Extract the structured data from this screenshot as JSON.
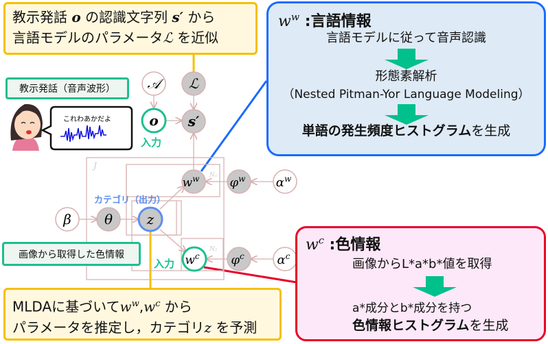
{
  "top_box": {
    "line1_a": "教示発話",
    "line1_sym": "o",
    "line1_b": "の認識文字列",
    "line1_sym2": "s′",
    "line1_c": "から",
    "line2_a": "言語モデルのパラメータ",
    "line2_sym": "ℒ",
    "line2_b": "を近似"
  },
  "lang_box": {
    "sym": "w",
    "sup": "w",
    "title": ":言語情報",
    "step1": "言語モデルに従って音声認識",
    "step2": "形態素解析",
    "step3": "（Nested Pitman-Yor Language Modeling）",
    "result_bold": "単語の発生頻度ヒストグラム",
    "result_rest": "を生成"
  },
  "speech_label": "教示発話（音声波形）",
  "speech_bubble": "これわあかだよ",
  "color_label": "画像から取得した色情報",
  "category_label": "カテゴリ（出力）",
  "input_label": "入力",
  "nodes": {
    "A": "𝒜",
    "L": "ℒ",
    "o": "o",
    "s": "s′",
    "ww": "w",
    "ww_sup": "w",
    "phiw": "φ",
    "phiw_sup": "w",
    "alphaw": "α",
    "alphaw_sup": "w",
    "beta": "β",
    "theta": "θ",
    "z": "z",
    "wc": "w",
    "wc_sup": "c",
    "phic": "φ",
    "phic_sup": "c",
    "alphac": "α",
    "alphac_sup": "c"
  },
  "plates": {
    "J": "J",
    "N1": "N₁",
    "N2": "N₂"
  },
  "color_box": {
    "sym": "w",
    "sup": "c",
    "title": ":色情報",
    "step1": "画像からL*a*b*値を取得",
    "step2": "a*成分とb*成分を持つ",
    "result_bold": "色情報ヒストグラム",
    "result_rest": "を生成"
  },
  "bottom_box": {
    "line1_a": "MLDAに基づいて",
    "sym1": "w",
    "sup1": "w",
    "sym2": "w",
    "sup2": "c",
    "line1_b": "から",
    "line2_a": "パラメータを推定し，カテゴリ",
    "sym3": "z",
    "line2_b": "を予測"
  },
  "colors": {
    "yellow": "#F5C000",
    "blue": "#1A6BFF",
    "red": "#E8002A",
    "green": "#1DBF8F",
    "category": "#5B8EF0"
  }
}
